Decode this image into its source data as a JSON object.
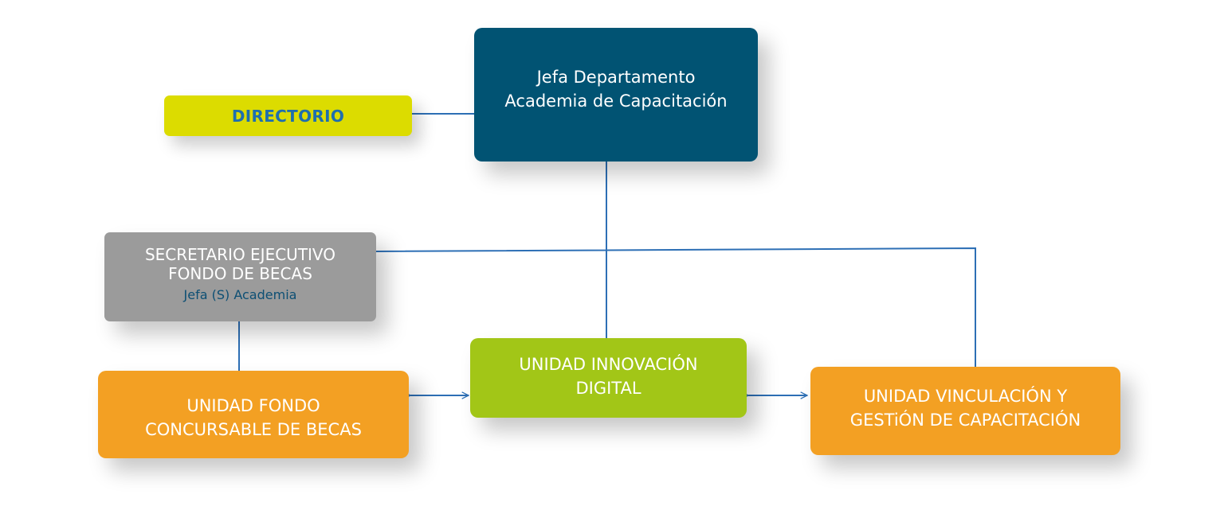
{
  "colors": {
    "head": "#015373",
    "directorio": "#dcdc00",
    "directorio_text": "#1f6fae",
    "secretario": "#9b9b9b",
    "secretario_sub_text": "#0d4f74",
    "unit_orange": "#f3a023",
    "unit_green": "#a2c617",
    "connector": "#2d6fb5"
  },
  "nodes": {
    "head": {
      "line1": "Jefa Departamento",
      "line2": "Academia de Capacitación"
    },
    "directorio": {
      "label": "DIRECTORIO"
    },
    "secretario": {
      "line1": "SECRETARIO EJECUTIVO",
      "line2": "FONDO DE BECAS",
      "sub": "Jefa (S) Academia"
    },
    "fondo": {
      "line1": "UNIDAD FONDO",
      "line2": "CONCURSABLE DE BECAS"
    },
    "innovacion": {
      "line1": "UNIDAD INNOVACIÓN",
      "line2": "DIGITAL"
    },
    "vinculacion": {
      "line1": "UNIDAD VINCULACIÓN  Y",
      "line2": "GESTiÓN DE CAPACITACIÓN"
    }
  }
}
